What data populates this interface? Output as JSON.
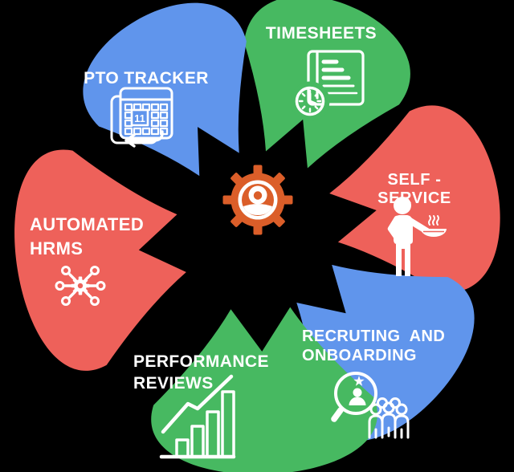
{
  "background_color": "#000000",
  "center": {
    "color": "#DB5E29",
    "icon": "gear-avatar-logo"
  },
  "petals": [
    {
      "id": "timesheets",
      "color": "#47B961",
      "icon": "timesheet-document-clock-icon",
      "lines": [
        "TIMESHEETS"
      ]
    },
    {
      "id": "self-service",
      "color": "#EE615A",
      "icon": "person-serving-bowl-icon",
      "lines": [
        "SELF - SERVICE"
      ]
    },
    {
      "id": "recruiting-onboarding",
      "color": "#6095EC",
      "icon": "candidate-search-people-icon",
      "lines": [
        "RECRUTING  AND",
        "ONBOARDING"
      ]
    },
    {
      "id": "performance-reviews",
      "color": "#47B961",
      "icon": "growth-bar-chart-icon",
      "lines": [
        "PERFORMANCE",
        "REVIEWS"
      ]
    },
    {
      "id": "automated-hrms",
      "color": "#EE615A",
      "icon": "automation-network-gear-icon",
      "lines": [
        "AUTOMATED",
        "HRMS"
      ]
    },
    {
      "id": "pto-tracker",
      "color": "#6095EC",
      "icon": "calendar-return-icon",
      "lines": [
        "PTO TRACKER"
      ]
    }
  ],
  "icons": {
    "pto_calendar_day": "11"
  }
}
